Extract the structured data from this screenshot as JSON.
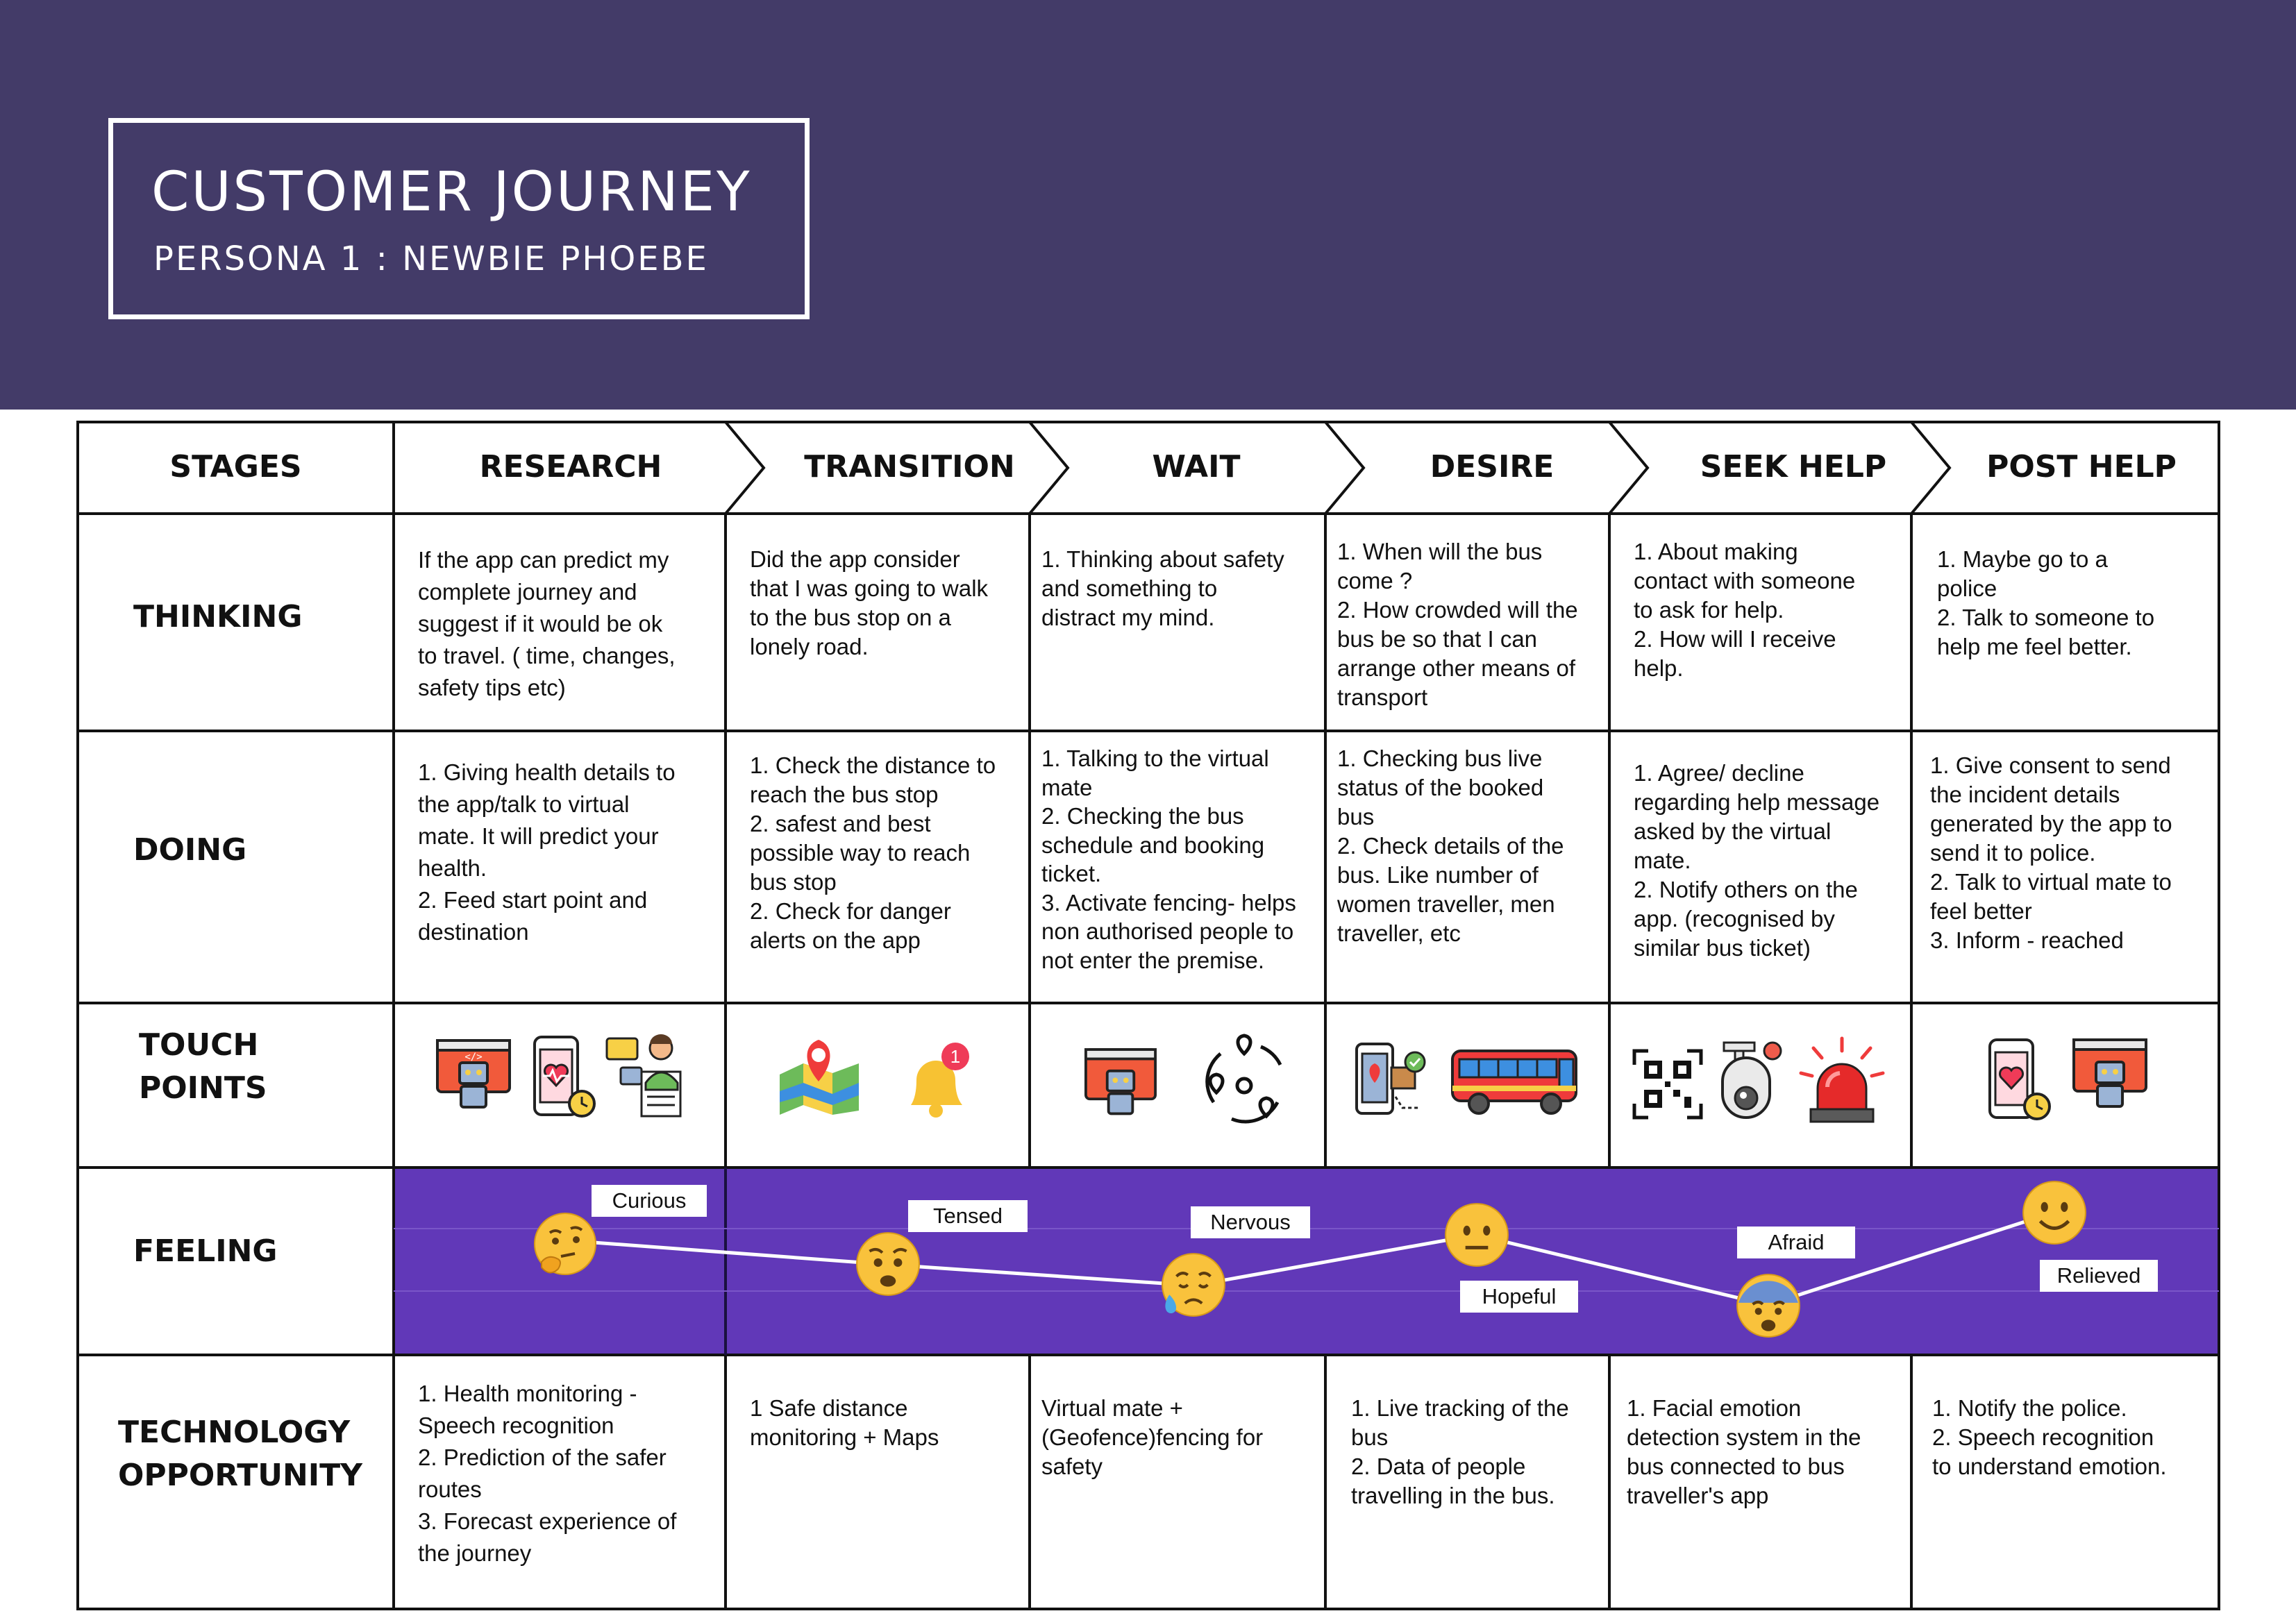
{
  "header": {
    "title": "CUSTOMER JOURNEY",
    "subtitle": "PERSONA 1 : NEWBIE PHOEBE",
    "band_color": "#433b68"
  },
  "stages": {
    "header_label": "STAGES",
    "items": [
      "RESEARCH",
      "TRANSITION",
      "WAIT",
      "DESIRE",
      "SEEK HELP",
      "POST HELP"
    ]
  },
  "rows": {
    "thinking": "THINKING",
    "doing": "DOING",
    "touch_points": [
      "TOUCH",
      "POINTS"
    ],
    "feeling": "FEELING",
    "technology": [
      "TECHNOLOGY",
      "OPPORTUNITY"
    ]
  },
  "thinking": [
    [
      "If the app  can predict my",
      "complete journey and",
      "suggest if it would be ok",
      "to travel. ( time, changes,",
      "safety tips etc)"
    ],
    [
      "Did the app consider",
      "that I was going to walk",
      "to the bus stop on a",
      "lonely road."
    ],
    [
      "1. Thinking about safety",
      "and something to",
      "distract my mind."
    ],
    [
      "1. When will the bus",
      "come ?",
      "2. How crowded will the",
      "bus be so that I can",
      "arrange other means of",
      "transport"
    ],
    [
      "1. About making",
      "contact with someone",
      "to ask for help.",
      "2. How will I receive",
      "help."
    ],
    [
      "1. Maybe go to a",
      "police",
      "2. Talk to someone to",
      "help me feel better."
    ]
  ],
  "doing": [
    [
      "1. Giving health details to",
      "the app/talk to virtual",
      "mate. It will predict your",
      "health.",
      "2. Feed start point and",
      "destination"
    ],
    [
      "1. Check the distance to",
      "reach the bus stop",
      "2. safest and best",
      "possible way to reach",
      "bus stop",
      "2. Check for danger",
      "alerts on the app"
    ],
    [
      "1. Talking to the virtual",
      "mate",
      "2. Checking the bus",
      "schedule and booking",
      "ticket.",
      "3. Activate fencing- helps",
      "non authorised people to",
      "not enter the premise."
    ],
    [
      "1. Checking bus live",
      "status of the booked",
      "bus",
      "2. Check details of the",
      "bus. Like number of",
      "women traveller, men",
      "traveller, etc"
    ],
    [
      "1. Agree/ decline",
      "regarding help message",
      "asked by the virtual",
      "mate.",
      "2. Notify others on the",
      "app. (recognised by",
      "similar bus ticket)"
    ],
    [
      "1. Give consent to send",
      "the incident details",
      "generated by the app to",
      "send it to police.",
      "2. Talk to virtual mate to",
      "feel better",
      "3. Inform - reached"
    ]
  ],
  "touch_points": [
    [
      "robot-app-icon",
      "health-phone-icon",
      "virtual-assistant-icon"
    ],
    [
      "map-pin-icon",
      "notification-bell-icon"
    ],
    [
      "robot-app-icon",
      "geofence-icon"
    ],
    [
      "phone-tracking-icon",
      "bus-icon"
    ],
    [
      "qr-code-icon",
      "cctv-camera-icon",
      "siren-icon"
    ],
    [
      "health-phone-icon",
      "robot-app-icon"
    ]
  ],
  "notification_badge": "1",
  "feeling": {
    "band_color": "#6138b8",
    "emotions": [
      "Curious",
      "Tensed",
      "Nervous",
      "Hopeful",
      "Afraid",
      "Relieved"
    ],
    "emojis": [
      "thinking-face-icon",
      "worried-face-icon",
      "sad-sweat-face-icon",
      "neutral-face-icon",
      "fearful-face-icon",
      "smiling-face-icon"
    ]
  },
  "technology": [
    [
      "1. Health monitoring -",
      "Speech recognition",
      "2. Prediction of the safer",
      "routes",
      "3. Forecast experience of",
      "the journey"
    ],
    [
      "1 Safe distance",
      "monitoring + Maps"
    ],
    [
      "Virtual mate +",
      "(Geofence)fencing for",
      "safety"
    ],
    [
      "1. Live tracking of the",
      "bus",
      "2. Data of people",
      "travelling in the bus."
    ],
    [
      "1. Facial emotion",
      "detection system in the",
      "bus connected to bus",
      "traveller's app"
    ],
    [
      "1. Notify the police.",
      "2. Speech recognition",
      "to understand emotion."
    ]
  ]
}
